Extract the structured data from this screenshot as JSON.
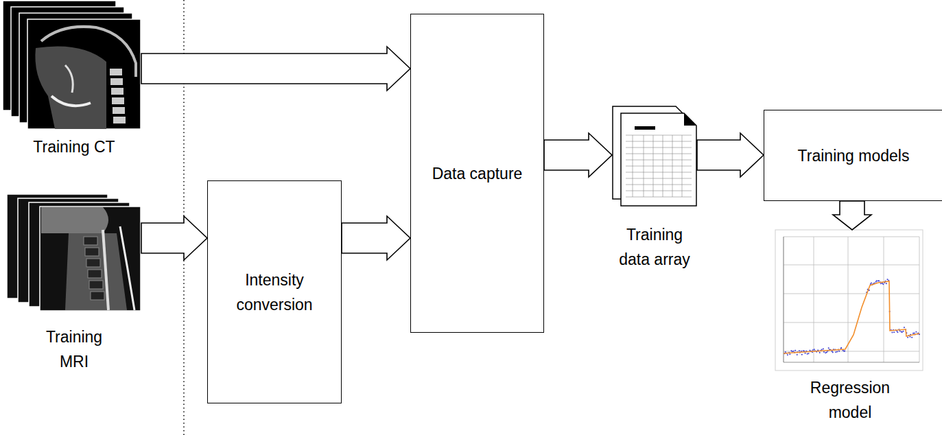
{
  "diagram": {
    "nodes": [
      {
        "text": [
          "Training CT"
        ]
      },
      {
        "text": [
          "Training MRI"
        ]
      },
      {
        "text": [
          "Intensity conversion"
        ]
      },
      {
        "text": [
          "Data capture"
        ]
      },
      {
        "text": [
          "Training data array"
        ]
      },
      {
        "text": [
          "Training models"
        ]
      },
      {
        "text": [
          "Regression model"
        ]
      }
    ],
    "edges": [
      {
        "from": 0,
        "to": 3,
        "arrow": "to"
      },
      {
        "from": 1,
        "to": 2,
        "arrow": "to"
      },
      {
        "from": 2,
        "to": 3,
        "arrow": "to"
      },
      {
        "from": 3,
        "to": 4,
        "arrow": "to"
      },
      {
        "from": 4,
        "to": 5,
        "arrow": "to"
      },
      {
        "from": 5,
        "to": 6,
        "arrow": "to"
      }
    ]
  }
}
